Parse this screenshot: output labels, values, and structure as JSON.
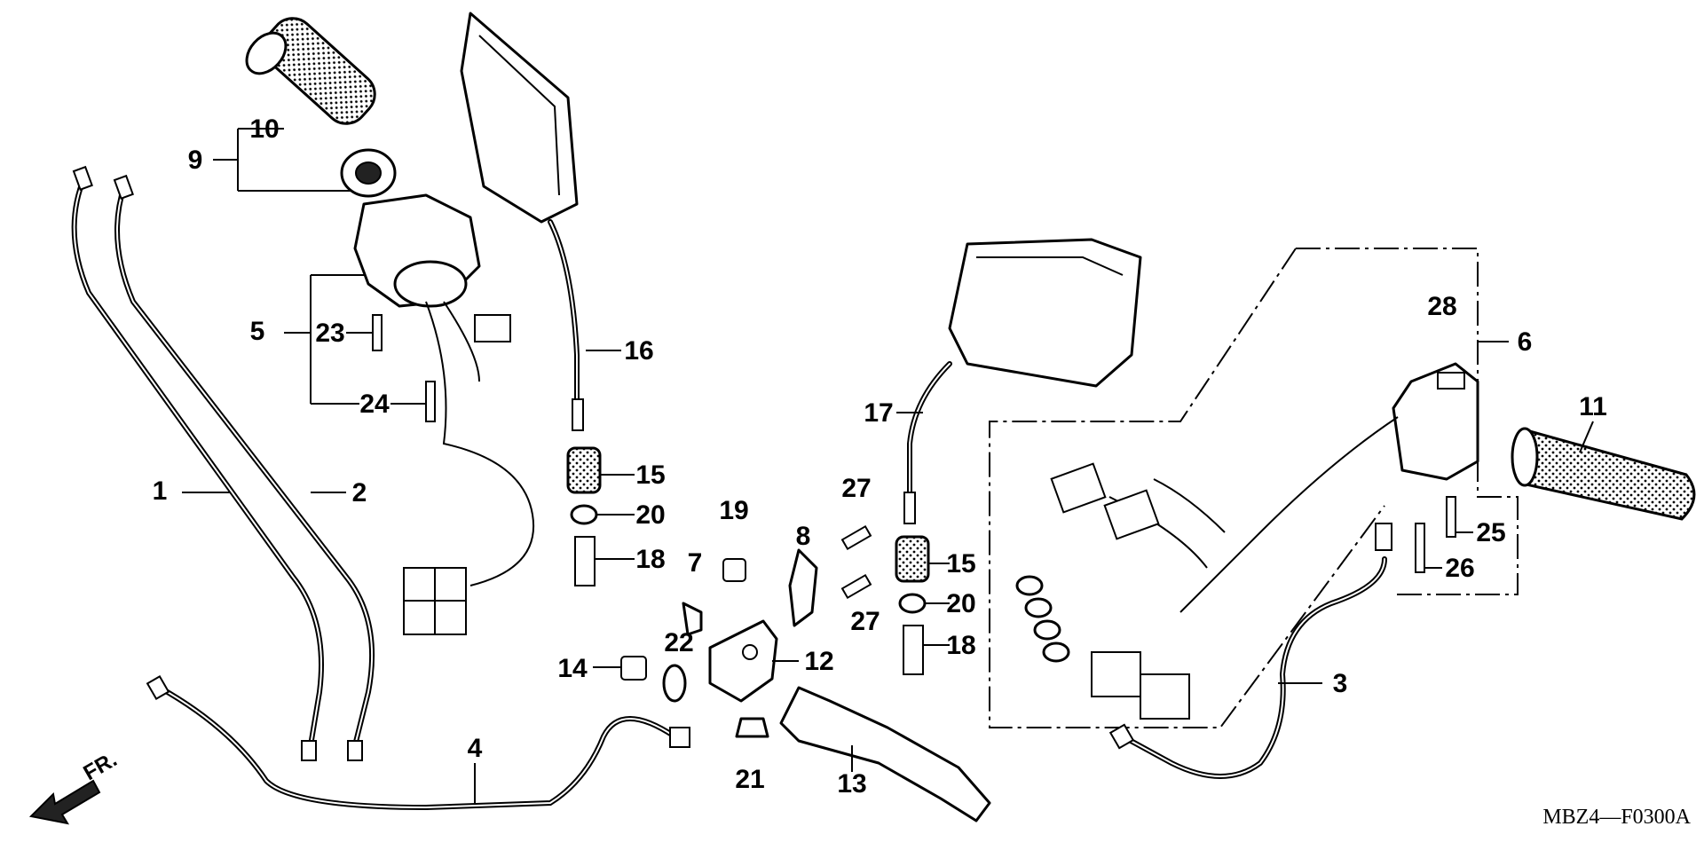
{
  "diagram": {
    "code": "MBZ4—F0300A",
    "direction_label": "FR.",
    "callouts": [
      "1",
      "2",
      "3",
      "4",
      "5",
      "6",
      "7",
      "8",
      "9",
      "10",
      "11",
      "12",
      "13",
      "14",
      "15",
      "15",
      "16",
      "17",
      "18",
      "18",
      "19",
      "20",
      "20",
      "21",
      "22",
      "23",
      "24",
      "25",
      "26",
      "27",
      "27",
      "28"
    ]
  }
}
